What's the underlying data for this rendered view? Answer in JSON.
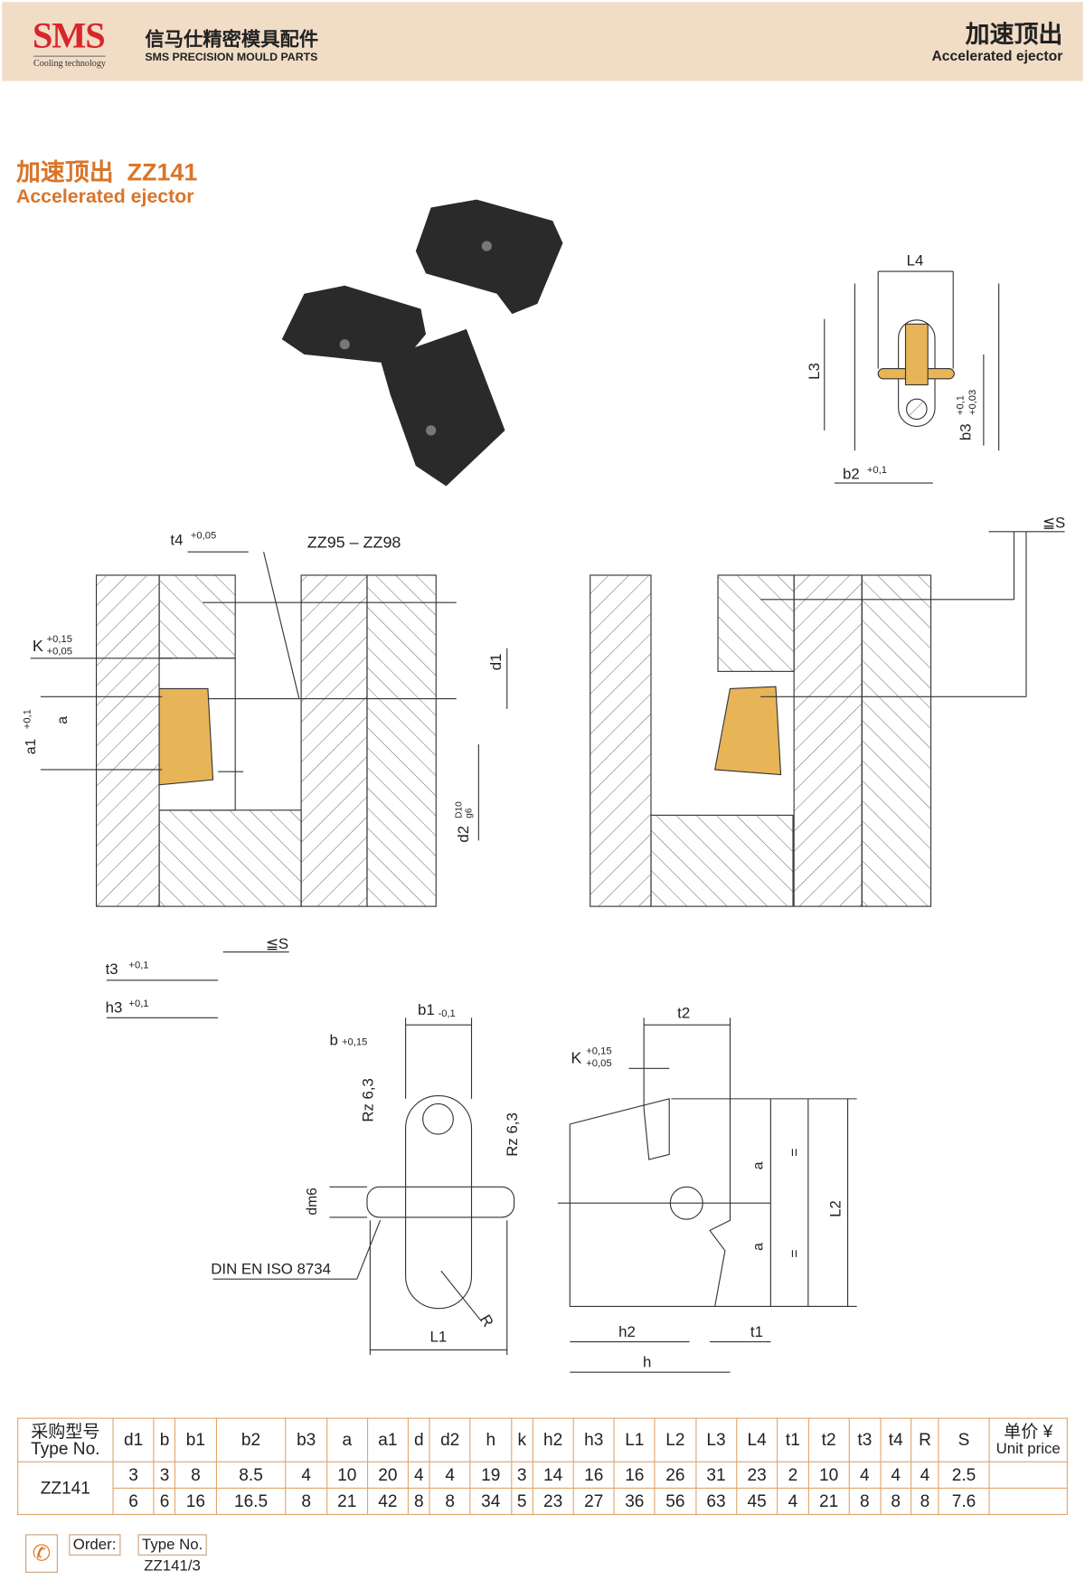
{
  "header": {
    "logo": "SMS",
    "logo_sub": "Cooling technology",
    "company_cn": "信马仕精密模具配件",
    "company_en": "SMS PRECISION MOULD PARTS",
    "title_cn": "加速顶出",
    "title_en": "Accelerated ejector"
  },
  "product": {
    "title_cn": "加速顶出  ZZ141",
    "title_en": "Accelerated ejector"
  },
  "labels": {
    "L4": "L4",
    "L3": "L3",
    "b3": "b3",
    "b3_tol": "+0,1",
    "b3_tol2": "+0,03",
    "b2": "b2",
    "b2_tol": "+0,1",
    "t4": "t4",
    "t4_tol": "+0,05",
    "zz": "ZZ95 – ZZ98",
    "K": "K",
    "K_tol1": "+0,15",
    "K_tol2": "+0,05",
    "a1": "a1",
    "a1_tol": "+0,1",
    "a": "a",
    "d1": "d1",
    "d2": "d2",
    "d2_tol": "D10",
    "d2_tol2": "g6",
    "S": "≦S",
    "t3": "t3",
    "t3_tol": "+0,1",
    "h3": "h3",
    "h3_tol": "+0,1",
    "b1": "b1",
    "b1_tol": "-0,1",
    "b": "b",
    "b_tol": "+0,15",
    "rz": "Rz 6,3",
    "dm6": "dm6",
    "din": "DIN EN ISO 8734",
    "R": "R",
    "L1": "L1",
    "t2": "t2",
    "L2": "L2",
    "eq": "=",
    "h2": "h2",
    "h": "h",
    "t1": "t1"
  },
  "table": {
    "type_header_cn": "采购型号",
    "type_header_en": "Type No.",
    "columns": [
      "d1",
      "b",
      "b1",
      "b2",
      "b3",
      "a",
      "a1",
      "d",
      "d2",
      "h",
      "k",
      "h2",
      "h3",
      "L1",
      "L2",
      "L3",
      "L4",
      "t1",
      "t2",
      "t3",
      "t4",
      "R",
      "S"
    ],
    "price_cn": "单价 ¥",
    "price_en": "Unit price",
    "type_no": "ZZ141",
    "rows": [
      [
        "3",
        "3",
        "8",
        "8.5",
        "4",
        "10",
        "20",
        "4",
        "4",
        "19",
        "3",
        "14",
        "16",
        "16",
        "26",
        "31",
        "23",
        "2",
        "10",
        "4",
        "4",
        "4",
        "2.5"
      ],
      [
        "6",
        "6",
        "16",
        "16.5",
        "8",
        "21",
        "42",
        "8",
        "8",
        "34",
        "5",
        "23",
        "27",
        "36",
        "56",
        "63",
        "45",
        "4",
        "21",
        "8",
        "8",
        "8",
        "7.6"
      ]
    ]
  },
  "order": {
    "label": "Order:",
    "type_label": "Type No.",
    "example": "ZZ141/3"
  },
  "colors": {
    "accent": "#d9752a",
    "header_bg": "#f1dcc6",
    "logo": "#d8262b",
    "part": "#e8b458"
  }
}
